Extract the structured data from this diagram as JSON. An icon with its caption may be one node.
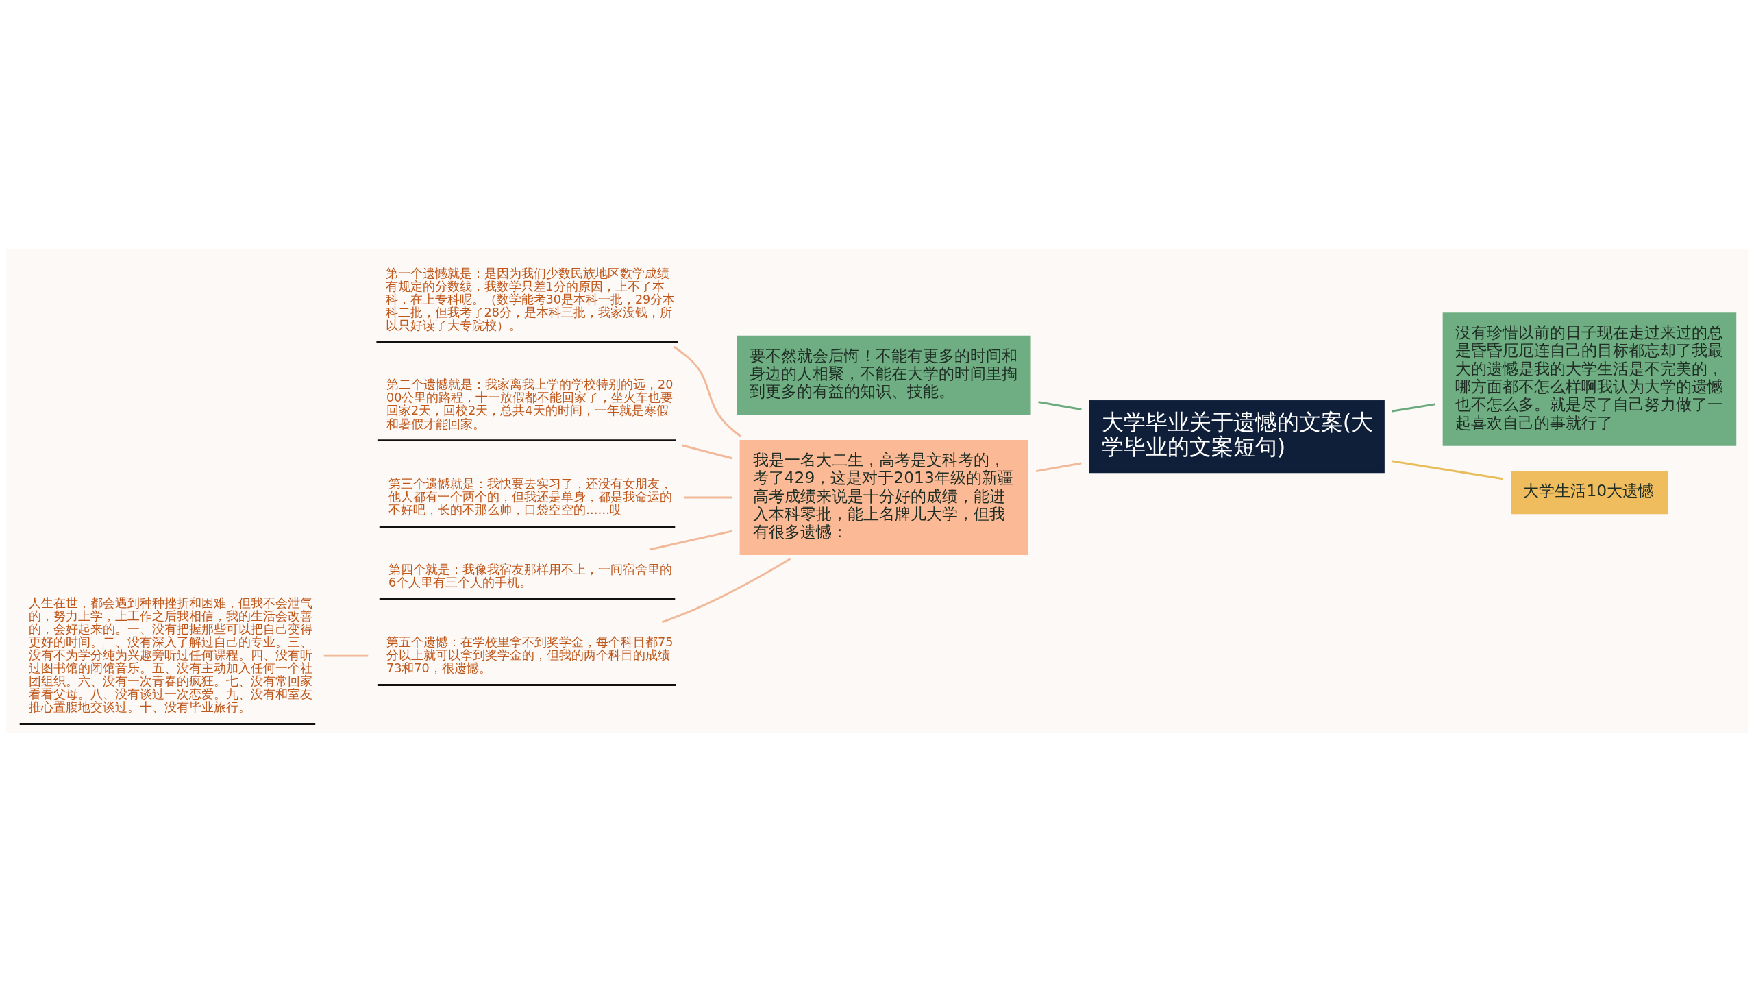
{
  "diagram": {
    "nodes": [
      {
        "text": [
          "大学毕业关于遗憾的文案(大学毕业的文案短句)"
        ]
      },
      {
        "text": [
          "没有珍惜以前的日子现在走过来过的总是昏昏厄厄连自己的目标都忘却了我最大的遗憾是我的大学生活是不完美的，哪方面都不怎么样啊我认为大学的遗憾也不怎么多。就是尽了自己努力做了一起喜欢自己的事就行了"
        ]
      },
      {
        "text": [
          "大学生活10大遗憾"
        ]
      },
      {
        "text": [
          "要不然就会后悔！不能有更多的时间和身边的人相聚，不能在大学的时间里掏到更多的有益的知识、技能。"
        ]
      },
      {
        "text": [
          "我是一名大二生，高考是文科考的，考了429，这是对于2013年级的新疆高考成绩来说是十分好的成绩，能进入本科零批，能上名牌儿大学，但我有很多遗憾："
        ]
      },
      {
        "text": [
          "第一个遗憾就是：是因为我们少数民族地区数学成绩有规定的分数线，我数学只差1分的原因，上不了本科，在上专科呢。（数学能考30是本科一批，29分本科二批，但我考了28分，是本科三批，我家没钱，所以只好读了大专院校）。"
        ]
      },
      {
        "text": [
          "第二个遗憾就是：我家离我上学的学校特别的远，2000公里的路程，十一放假都不能回家了，坐火车也要回家2天，回校2天，总共4天的时间，一年就是寒假和暑假才能回家。"
        ]
      },
      {
        "text": [
          "第三个遗憾就是：我快要去实习了，还没有女朋友，他人都有一个两个的，但我还是单身，都是我命运的不好吧，长的不那么帅，口袋空空的……哎"
        ]
      },
      {
        "text": [
          "第四个就是：我像我宿友那样用不上，一间宿舍里的6个人里有三个人的手机。"
        ]
      },
      {
        "text": [
          "第五个遗憾：在学校里拿不到奖学金，每个科目都75分以上就可以拿到奖学金的，但我的两个科目的成绩73和70，很遗憾。"
        ]
      },
      {
        "text": [
          "人生在世，都会遇到种种挫折和困难，但我不会泄气的，努力上学，上工作之后我相信，我的生活会改善的，会好起来的。一、没有把握那些可以把自己变得更好的时间。二、没有深入了解过自己的专业。三、没有不为学分纯为兴趣旁听过任何课程。四、没有听过图书馆的闭馆音乐。五、没有主动加入任何一个社团组织。六、没有一次青春的疯狂。七、没有常回家看看父母。八、没有谈过一次恋爱。九、没有和室友推心置腹地交谈过。十、没有毕业旅行。"
        ]
      }
    ],
    "edges": [
      {
        "from": 0,
        "to": 1,
        "arrow": "none",
        "color": "#6aaa7e"
      },
      {
        "from": 0,
        "to": 2,
        "arrow": "none",
        "color": "#e8bd5c"
      },
      {
        "from": 0,
        "to": 3,
        "arrow": "none",
        "color": "#6aaa7e"
      },
      {
        "from": 0,
        "to": 4,
        "arrow": "none"
      },
      {
        "from": 4,
        "to": 5,
        "arrow": "none"
      },
      {
        "from": 4,
        "to": 6,
        "arrow": "none"
      },
      {
        "from": 4,
        "to": 7,
        "arrow": "none"
      },
      {
        "from": 4,
        "to": 8,
        "arrow": "none"
      },
      {
        "from": 4,
        "to": 9,
        "arrow": "none"
      },
      {
        "from": 9,
        "to": 10,
        "arrow": "none"
      }
    ]
  }
}
